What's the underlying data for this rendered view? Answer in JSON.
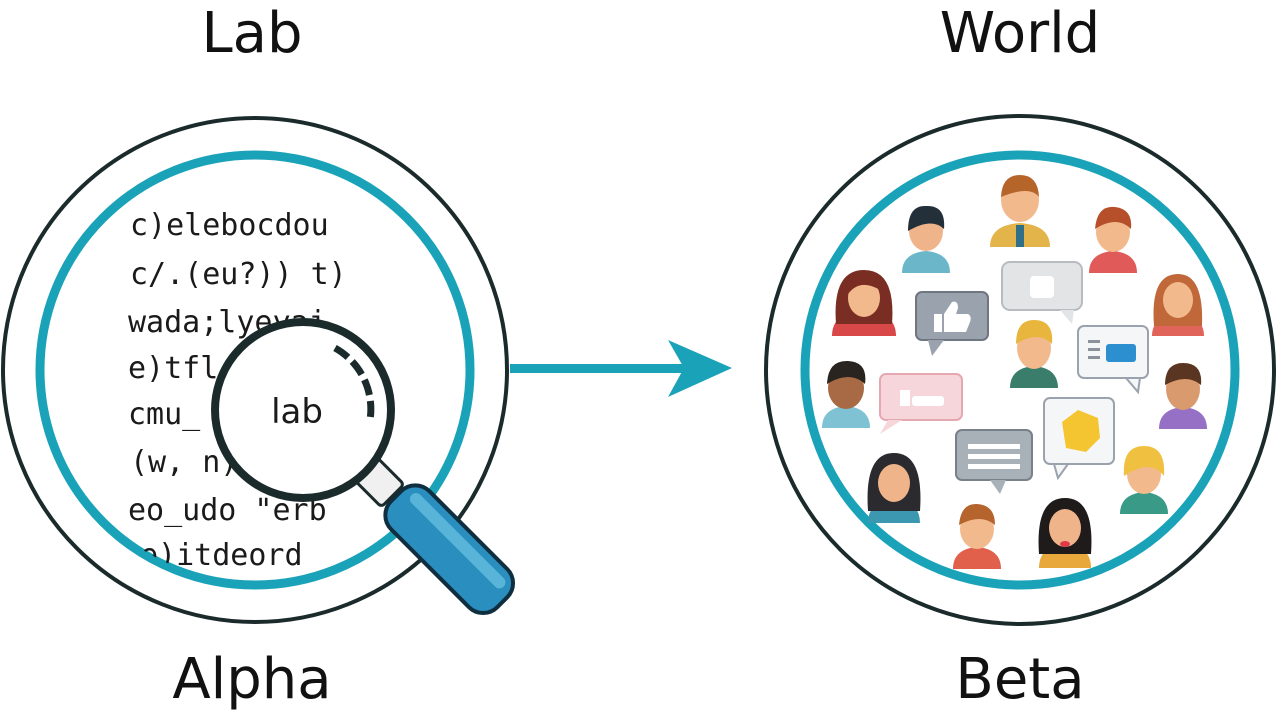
{
  "headings": {
    "left_title": "Lab",
    "right_title": "World",
    "left_label": "Alpha",
    "right_label": "Beta"
  },
  "code_lines": [
    "c)elebocdou",
    "c/.(eu?)) t)",
    "wada;lyeyai",
    "e)tfl",
    "cmu_",
    "(w, n)",
    "eo_udo \"erb",
    "e)itdeord"
  ],
  "magnifier_text": "lab",
  "colors": {
    "teal": "#1aa3b8",
    "outline": "#1b2b2b",
    "handle": "#2a8fbf"
  },
  "icons": [
    "magnifier-icon",
    "arrow-right-icon",
    "person-icon",
    "thumbs-up-icon",
    "chat-bubble-icon"
  ]
}
